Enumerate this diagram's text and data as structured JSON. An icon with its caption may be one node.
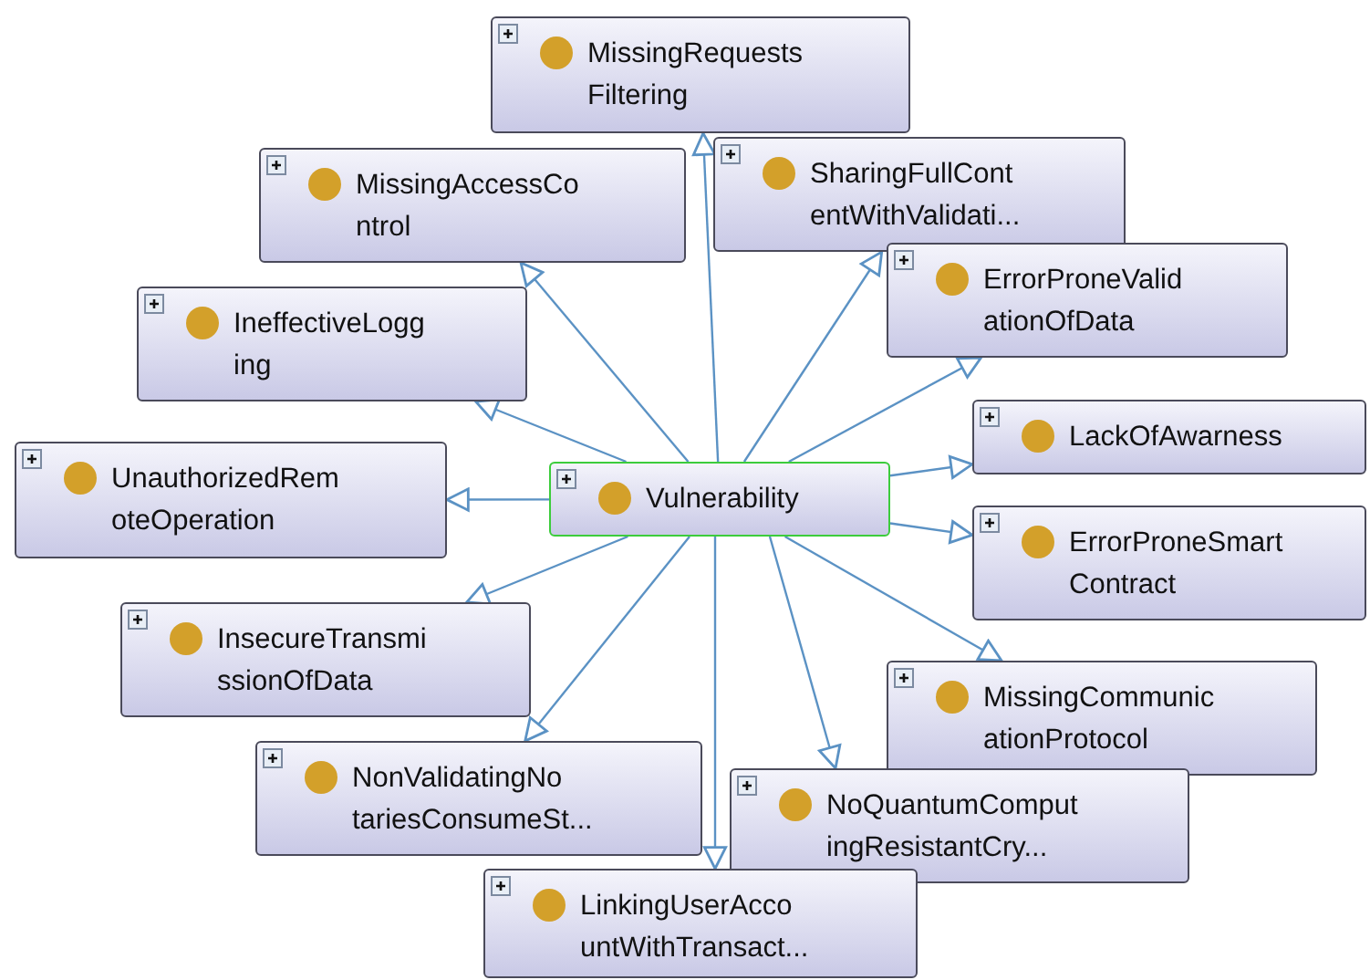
{
  "diagram": {
    "nodes": [
      {
        "text": [
          "MissingRequests Filtering"
        ]
      },
      {
        "text": [
          "MissingAccessCo ntrol"
        ]
      },
      {
        "text": [
          "SharingFullCont entWithValidati..."
        ]
      },
      {
        "text": [
          "IneffectiveLogg ing"
        ]
      },
      {
        "text": [
          "ErrorProneValid ationOfData"
        ]
      },
      {
        "text": [
          "UnauthorizedRem oteOperation"
        ]
      },
      {
        "text": [
          "Vulnerability"
        ]
      },
      {
        "text": [
          "LackOfAwarness"
        ]
      },
      {
        "text": [
          "ErrorProneSmart Contract"
        ]
      },
      {
        "text": [
          "InsecureTransmi ssionOfData"
        ]
      },
      {
        "text": [
          "MissingCommunic ationProtocol"
        ]
      },
      {
        "text": [
          "NonValidatingNo tariesConsumeSt..."
        ]
      },
      {
        "text": [
          "NoQuantumComput ingResistantCry..."
        ]
      },
      {
        "text": [
          "LinkingUserAcco untWithTransact..."
        ]
      }
    ],
    "edges": [
      {
        "from": 6,
        "to": 0,
        "arrow": "to"
      },
      {
        "from": 6,
        "to": 1,
        "arrow": "to"
      },
      {
        "from": 6,
        "to": 2,
        "arrow": "to"
      },
      {
        "from": 6,
        "to": 3,
        "arrow": "to"
      },
      {
        "from": 6,
        "to": 4,
        "arrow": "to"
      },
      {
        "from": 6,
        "to": 5,
        "arrow": "to"
      },
      {
        "from": 6,
        "to": 7,
        "arrow": "to"
      },
      {
        "from": 6,
        "to": 8,
        "arrow": "to"
      },
      {
        "from": 6,
        "to": 9,
        "arrow": "to"
      },
      {
        "from": 6,
        "to": 10,
        "arrow": "to"
      },
      {
        "from": 6,
        "to": 11,
        "arrow": "to"
      },
      {
        "from": 6,
        "to": 12,
        "arrow": "to"
      },
      {
        "from": 6,
        "to": 13,
        "arrow": "to"
      }
    ]
  }
}
